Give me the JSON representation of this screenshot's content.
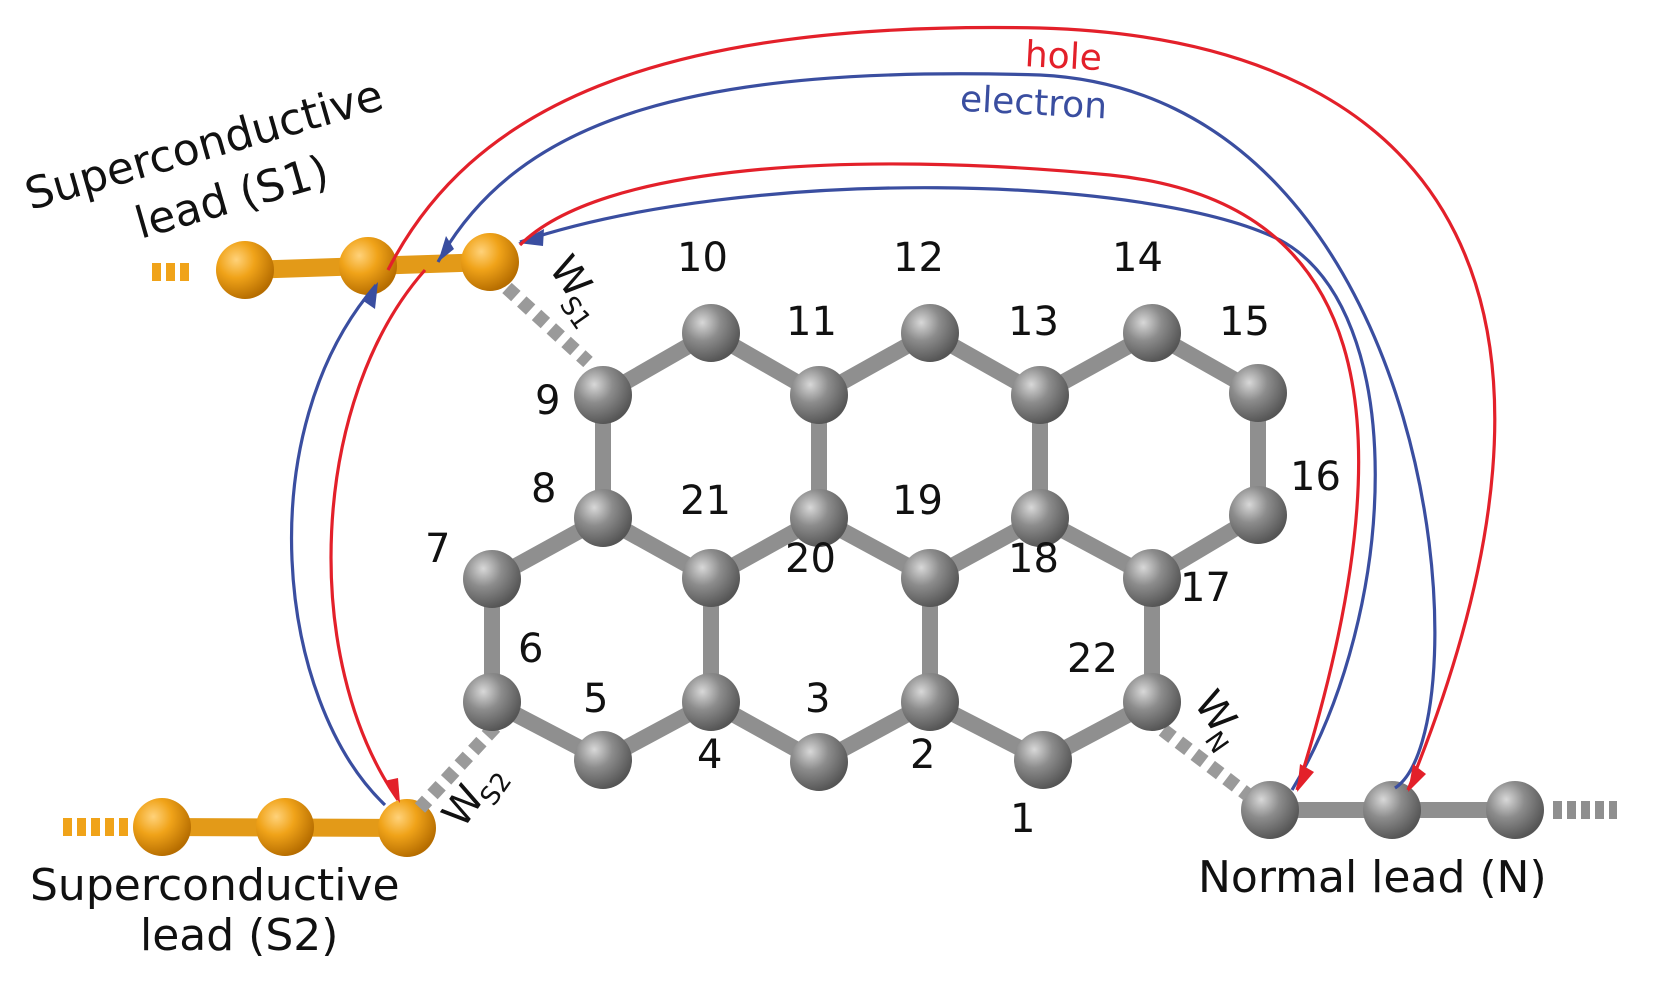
{
  "colors": {
    "hole": "#e3202a",
    "electron": "#3a4ea0",
    "superconductor_atom": "#f0a319",
    "molecule_atom": "#8c8c8c",
    "bond": "#8f8f8f"
  },
  "legend": {
    "hole": "hole",
    "electron": "electron"
  },
  "leads": {
    "s1": {
      "line1": "Superconductive",
      "line2": "lead (S1)"
    },
    "s2": {
      "line1": "Superconductive",
      "line2": "lead (S2)"
    },
    "n": {
      "label": "Normal lead (N)"
    }
  },
  "couplings": {
    "s1": {
      "letter": "W",
      "sub": "S1"
    },
    "s2": {
      "letter": "W",
      "sub": "S2"
    },
    "n": {
      "letter": "W",
      "sub": "N"
    }
  },
  "atoms": [
    {
      "id": 1,
      "label": "1"
    },
    {
      "id": 2,
      "label": "2"
    },
    {
      "id": 3,
      "label": "3"
    },
    {
      "id": 4,
      "label": "4"
    },
    {
      "id": 5,
      "label": "5"
    },
    {
      "id": 6,
      "label": "6"
    },
    {
      "id": 7,
      "label": "7"
    },
    {
      "id": 8,
      "label": "8"
    },
    {
      "id": 9,
      "label": "9"
    },
    {
      "id": 10,
      "label": "10"
    },
    {
      "id": 11,
      "label": "11"
    },
    {
      "id": 12,
      "label": "12"
    },
    {
      "id": 13,
      "label": "13"
    },
    {
      "id": 14,
      "label": "14"
    },
    {
      "id": 15,
      "label": "15"
    },
    {
      "id": 16,
      "label": "16"
    },
    {
      "id": 17,
      "label": "17"
    },
    {
      "id": 18,
      "label": "18"
    },
    {
      "id": 19,
      "label": "19"
    },
    {
      "id": 20,
      "label": "20"
    },
    {
      "id": 21,
      "label": "21"
    },
    {
      "id": 22,
      "label": "22"
    }
  ],
  "bonds": [
    [
      1,
      2
    ],
    [
      2,
      3
    ],
    [
      3,
      4
    ],
    [
      4,
      5
    ],
    [
      5,
      6
    ],
    [
      6,
      7
    ],
    [
      7,
      8
    ],
    [
      8,
      9
    ],
    [
      9,
      10
    ],
    [
      10,
      11
    ],
    [
      11,
      12
    ],
    [
      12,
      13
    ],
    [
      13,
      14
    ],
    [
      14,
      15
    ],
    [
      15,
      16
    ],
    [
      16,
      17
    ],
    [
      17,
      22
    ],
    [
      22,
      1
    ],
    [
      8,
      21
    ],
    [
      21,
      4
    ],
    [
      21,
      20
    ],
    [
      20,
      11
    ],
    [
      20,
      19
    ],
    [
      19,
      2
    ],
    [
      19,
      18
    ],
    [
      18,
      13
    ],
    [
      18,
      17
    ]
  ]
}
